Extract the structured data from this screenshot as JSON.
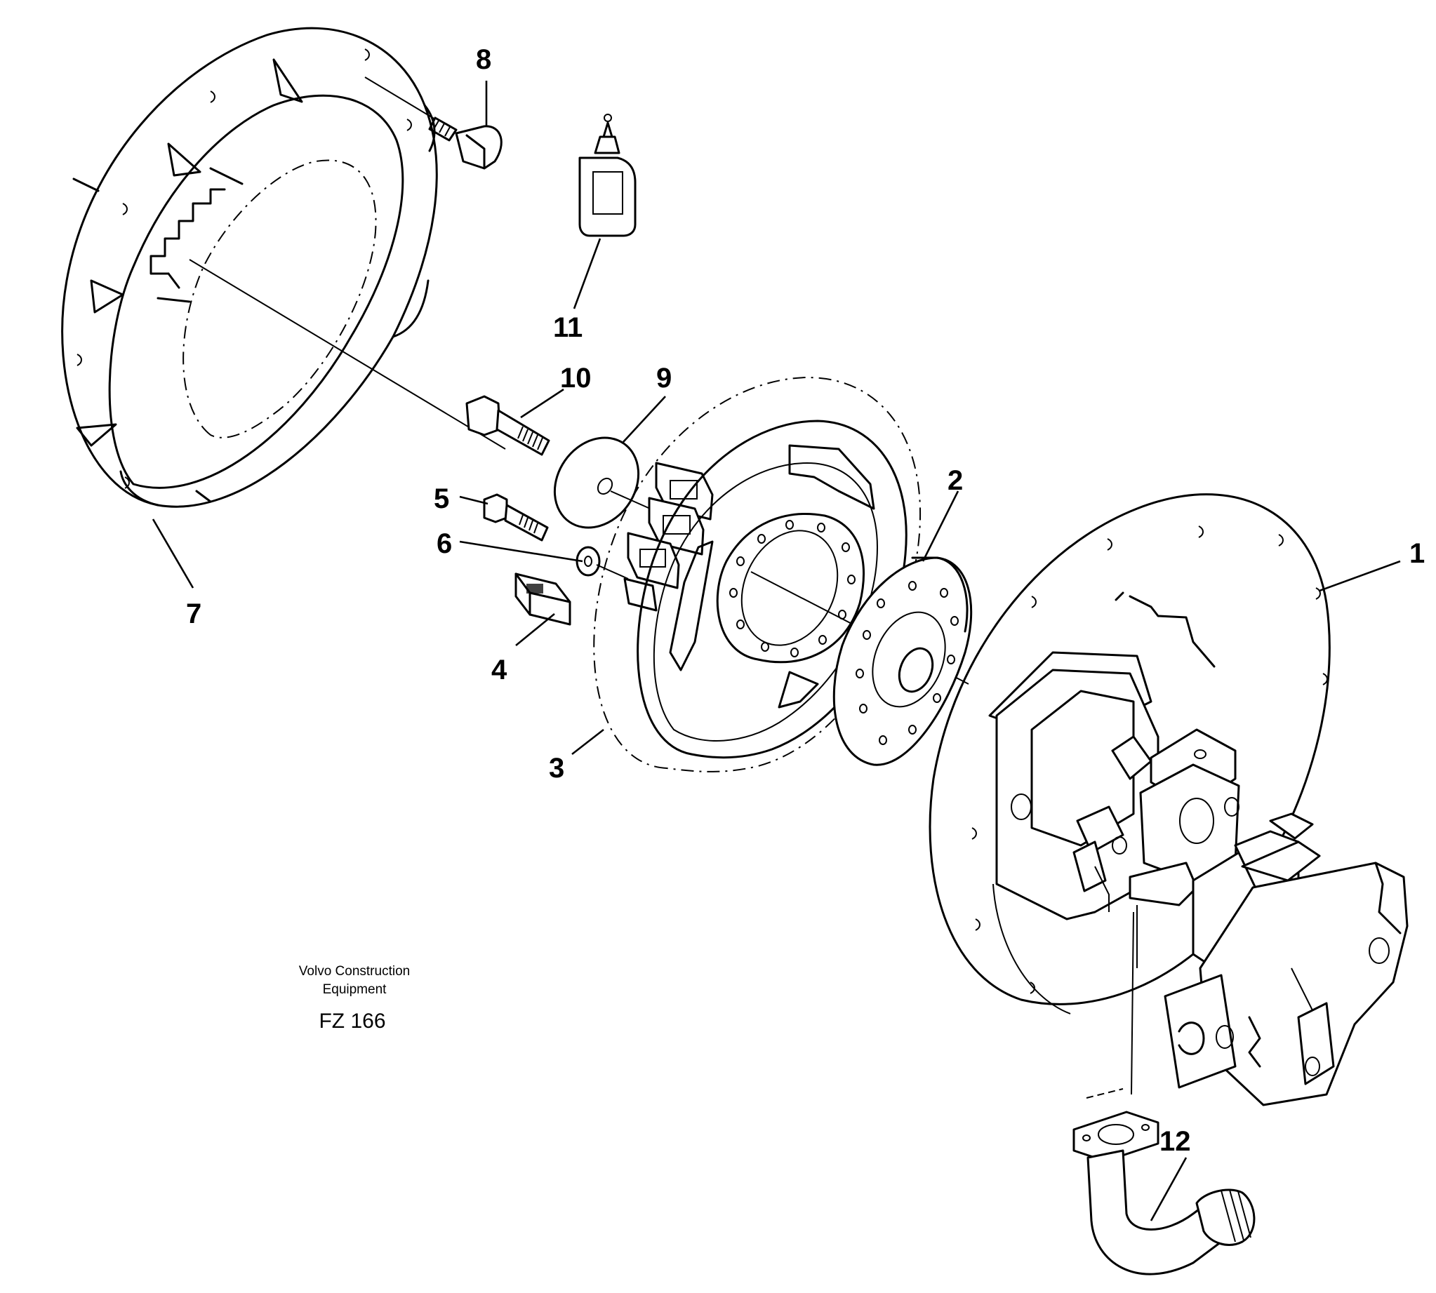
{
  "callouts": [
    "1",
    "2",
    "3",
    "4",
    "5",
    "6",
    "7",
    "8",
    "9",
    "10",
    "11",
    "12"
  ],
  "caption": {
    "line1": "Volvo Construction",
    "line2": "Equipment",
    "code": "FZ 166"
  }
}
